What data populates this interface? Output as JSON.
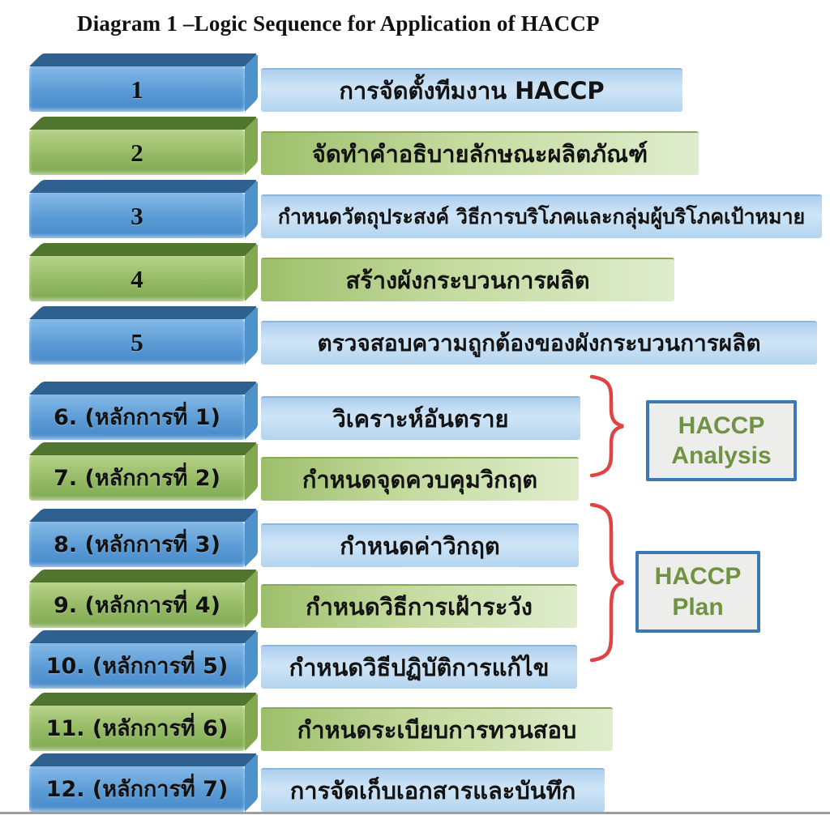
{
  "title": "Diagram 1 –Logic Sequence for Application of HACCP",
  "steps": [
    {
      "label": "1",
      "color": "blue",
      "text": "การจัดตั้งทีมงาน  HACCP"
    },
    {
      "label": "2",
      "color": "green",
      "text": "จัดทำคำอธิบายลักษณะผลิตภัณฑ์"
    },
    {
      "label": "3",
      "color": "blue",
      "text": "กำหนดวัตถุประสงค์ วิธีการบริโภคและกลุ่มผู้บริโภคเป้าหมาย"
    },
    {
      "label": "4",
      "color": "green",
      "text": "สร้างผังกระบวนการผลิต"
    },
    {
      "label": "5",
      "color": "blue",
      "text": "ตรวจสอบความถูกต้องของผังกระบวนการผลิต"
    },
    {
      "label": "6. (หลักการที่ 1)",
      "color": "blue",
      "text": "วิเคราะห์อันตราย"
    },
    {
      "label": "7. (หลักการที่ 2)",
      "color": "green",
      "text": "กำหนดจุดควบคุมวิกฤต"
    },
    {
      "label": "8. (หลักการที่ 3)",
      "color": "blue",
      "text": "กำหนดค่าวิกฤต"
    },
    {
      "label": "9. (หลักการที่ 4)",
      "color": "green",
      "text": "กำหนดวิธีการเฝ้าระวัง"
    },
    {
      "label": "10. (หลักการที่ 5)",
      "color": "blue",
      "text": "กำหนดวิธีปฏิบัติการแก้ไข"
    },
    {
      "label": "11. (หลักการที่ 6)",
      "color": "green",
      "text": "กำหนดระเบียบการทวนสอบ"
    },
    {
      "label": "12. (หลักการที่ 7)",
      "color": "blue",
      "text": "การจัดเก็บเอกสารและบันทึก"
    }
  ],
  "groups": [
    {
      "line1": "HACCP",
      "line2": "Analysis",
      "covers_steps": "6-7"
    },
    {
      "line1": "HACCP",
      "line2": "Plan",
      "covers_steps": "8-10"
    }
  ],
  "colors": {
    "blue_box": "#5b9bd5",
    "green_box": "#94b964",
    "blue_bar": "#cfe5f7",
    "green_bar": "#c4da9e",
    "brace_red": "#e04343",
    "group_border_blue": "#3b79b6",
    "group_text_green": "#6f9342"
  }
}
